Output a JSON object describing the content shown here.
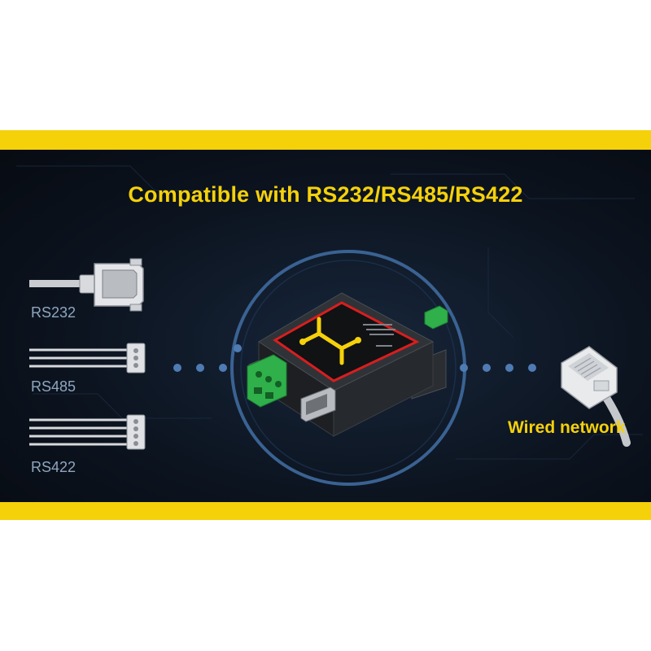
{
  "headline": "Compatible with RS232/RS485/RS422",
  "interfaces": {
    "rs232": "RS232",
    "rs485": "RS485",
    "rs422": "RS422"
  },
  "network": "Wired network",
  "colors": {
    "accent_yellow": "#f5d10a",
    "background_dark": "#0c1420",
    "ring_blue": "#3f6a9e",
    "label_gray": "#8fa6bf",
    "terminal_green": "#2fb04a",
    "device_red": "#d81e1e"
  }
}
